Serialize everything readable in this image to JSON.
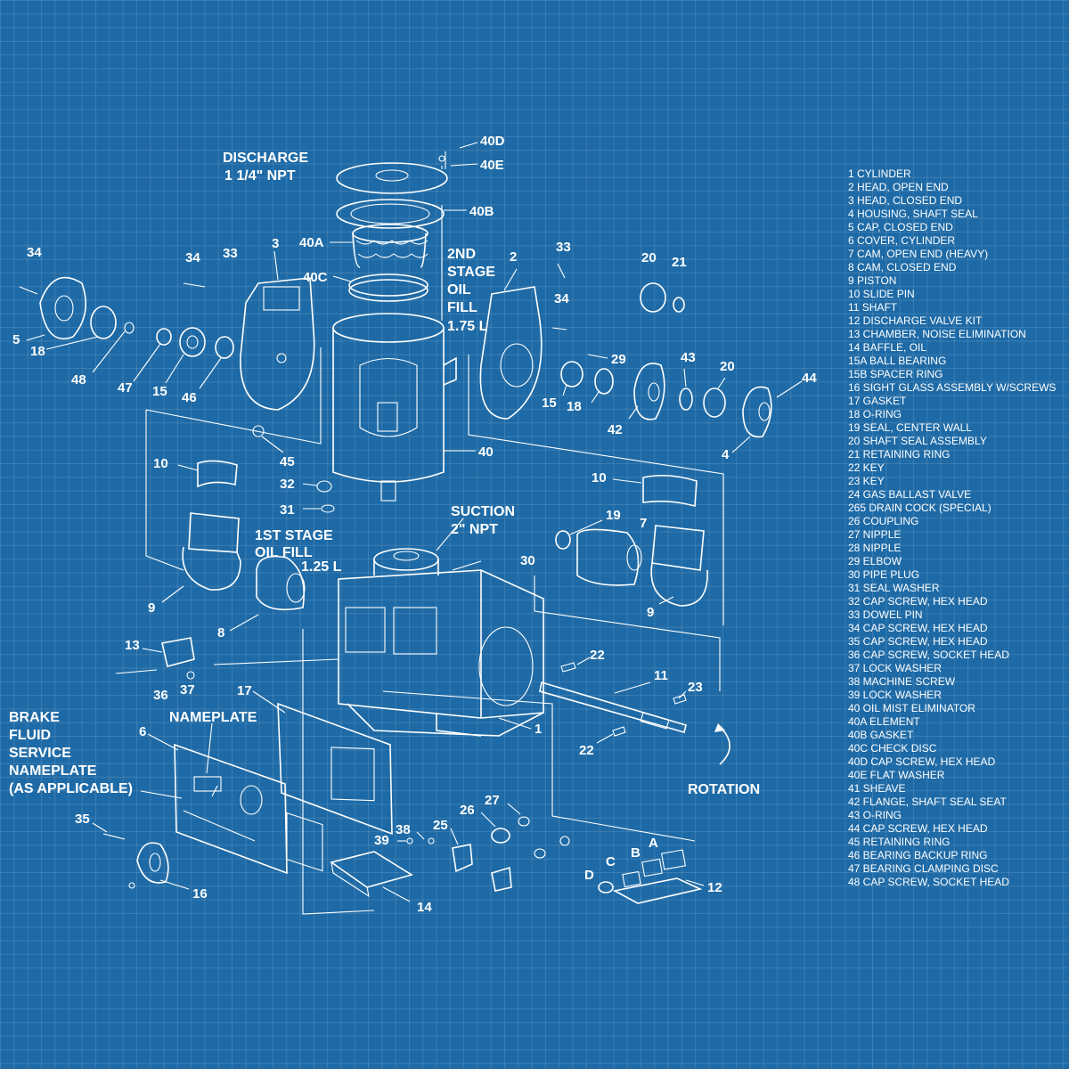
{
  "labels": {
    "discharge": "DISCHARGE",
    "discharge_size": "1 1/4\" NPT",
    "second_stage_1": "2ND",
    "second_stage_2": "STAGE",
    "second_stage_3": "OIL",
    "second_stage_4": "FILL",
    "second_stage_5": "1.75 L",
    "suction": "SUCTION",
    "suction_size": "2\" NPT",
    "first_stage_1": "1ST STAGE",
    "first_stage_2": "OIL FILL",
    "first_stage_3": "1.25 L",
    "nameplate": "NAMEPLATE",
    "brake_1": "BRAKE",
    "brake_2": "FLUID",
    "brake_3": "SERVICE",
    "brake_4": "NAMEPLATE",
    "brake_5": "(AS APPLICABLE)",
    "rotation": "ROTATION"
  },
  "callouts": {
    "c40d": "40D",
    "c40e": "40E",
    "c40b": "40B",
    "c40a": "40A",
    "c40c": "40C",
    "c40": "40",
    "c34a": "34",
    "c5": "5",
    "c18a": "18",
    "c48": "48",
    "c47": "47",
    "c15a": "15",
    "c46": "46",
    "c34b": "34",
    "c33a": "33",
    "c3": "3",
    "c45": "45",
    "c10a": "10",
    "c32": "32",
    "c31": "31",
    "c9a": "9",
    "c8": "8",
    "c13": "13",
    "c36": "36",
    "c37": "37",
    "c33b": "33",
    "c2": "2",
    "c34c": "34",
    "c29": "29",
    "c15b": "15",
    "c18b": "18",
    "c42": "42",
    "c43": "43",
    "c20a": "20",
    "c20b": "20",
    "c21": "21",
    "c44": "44",
    "c4": "4",
    "c10b": "10",
    "c19": "19",
    "c7": "7",
    "c9b": "9",
    "c30": "30",
    "c22a": "22",
    "c11": "11",
    "c23": "23",
    "c22b": "22",
    "c1": "1",
    "c17": "17",
    "c6": "6",
    "c35": "35",
    "c16": "16",
    "c38": "38",
    "c39": "39",
    "c14": "14",
    "c25": "25",
    "c26": "26",
    "c27": "27",
    "cA": "A",
    "cB": "B",
    "cC": "C",
    "cD": "D",
    "c12": "12"
  },
  "legend": [
    "1  CYLINDER",
    "2 HEAD, OPEN END",
    "3 HEAD, CLOSED END",
    "4 HOUSING, SHAFT SEAL",
    "5 CAP, CLOSED END",
    "6 COVER, CYLINDER",
    "7 CAM, OPEN END (HEAVY)",
    "8 CAM, CLOSED END",
    "9 PISTON",
    "10 SLIDE PIN",
    "11 SHAFT",
    "12 DISCHARGE VALVE KIT",
    "13 CHAMBER, NOISE ELIMINATION",
    "14 BAFFLE, OIL",
    "15A BALL BEARING",
    "15B SPACER RING",
    "16 SIGHT GLASS ASSEMBLY W/SCREWS",
    "17 GASKET",
    "18 O-RING",
    "19 SEAL, CENTER WALL",
    "20 SHAFT SEAL ASSEMBLY",
    "21 RETAINING RING",
    "22 KEY",
    "23 KEY",
    "24 GAS BALLAST VALVE",
    "265 DRAIN COCK (SPECIAL)",
    "26 COUPLING",
    "27 NIPPLE",
    "28 NIPPLE",
    "29 ELBOW",
    "30 PIPE PLUG",
    "31 SEAL WASHER",
    "32 CAP SCREW, HEX HEAD",
    "33 DOWEL PIN",
    "34 CAP SCREW, HEX HEAD",
    "35 CAP SCREW, HEX HEAD",
    "36 CAP SCREW, SOCKET HEAD",
    "37 LOCK WASHER",
    "38 MACHINE SCREW",
    "39 LOCK WASHER",
    "40 OIL MIST ELIMINATOR",
    "40A ELEMENT",
    "40B GASKET",
    "40C CHECK DISC",
    "40D CAP SCREW, HEX HEAD",
    "40E FLAT WASHER",
    "41 SHEAVE",
    "42 FLANGE, SHAFT SEAL SEAT",
    "43 O-RING",
    "44 CAP SCREW, HEX HEAD",
    "45 RETAINING RING",
    "46 BEARING BACKUP RING",
    "47 BEARING CLAMPING DISC",
    "48 CAP SCREW, SOCKET HEAD"
  ]
}
